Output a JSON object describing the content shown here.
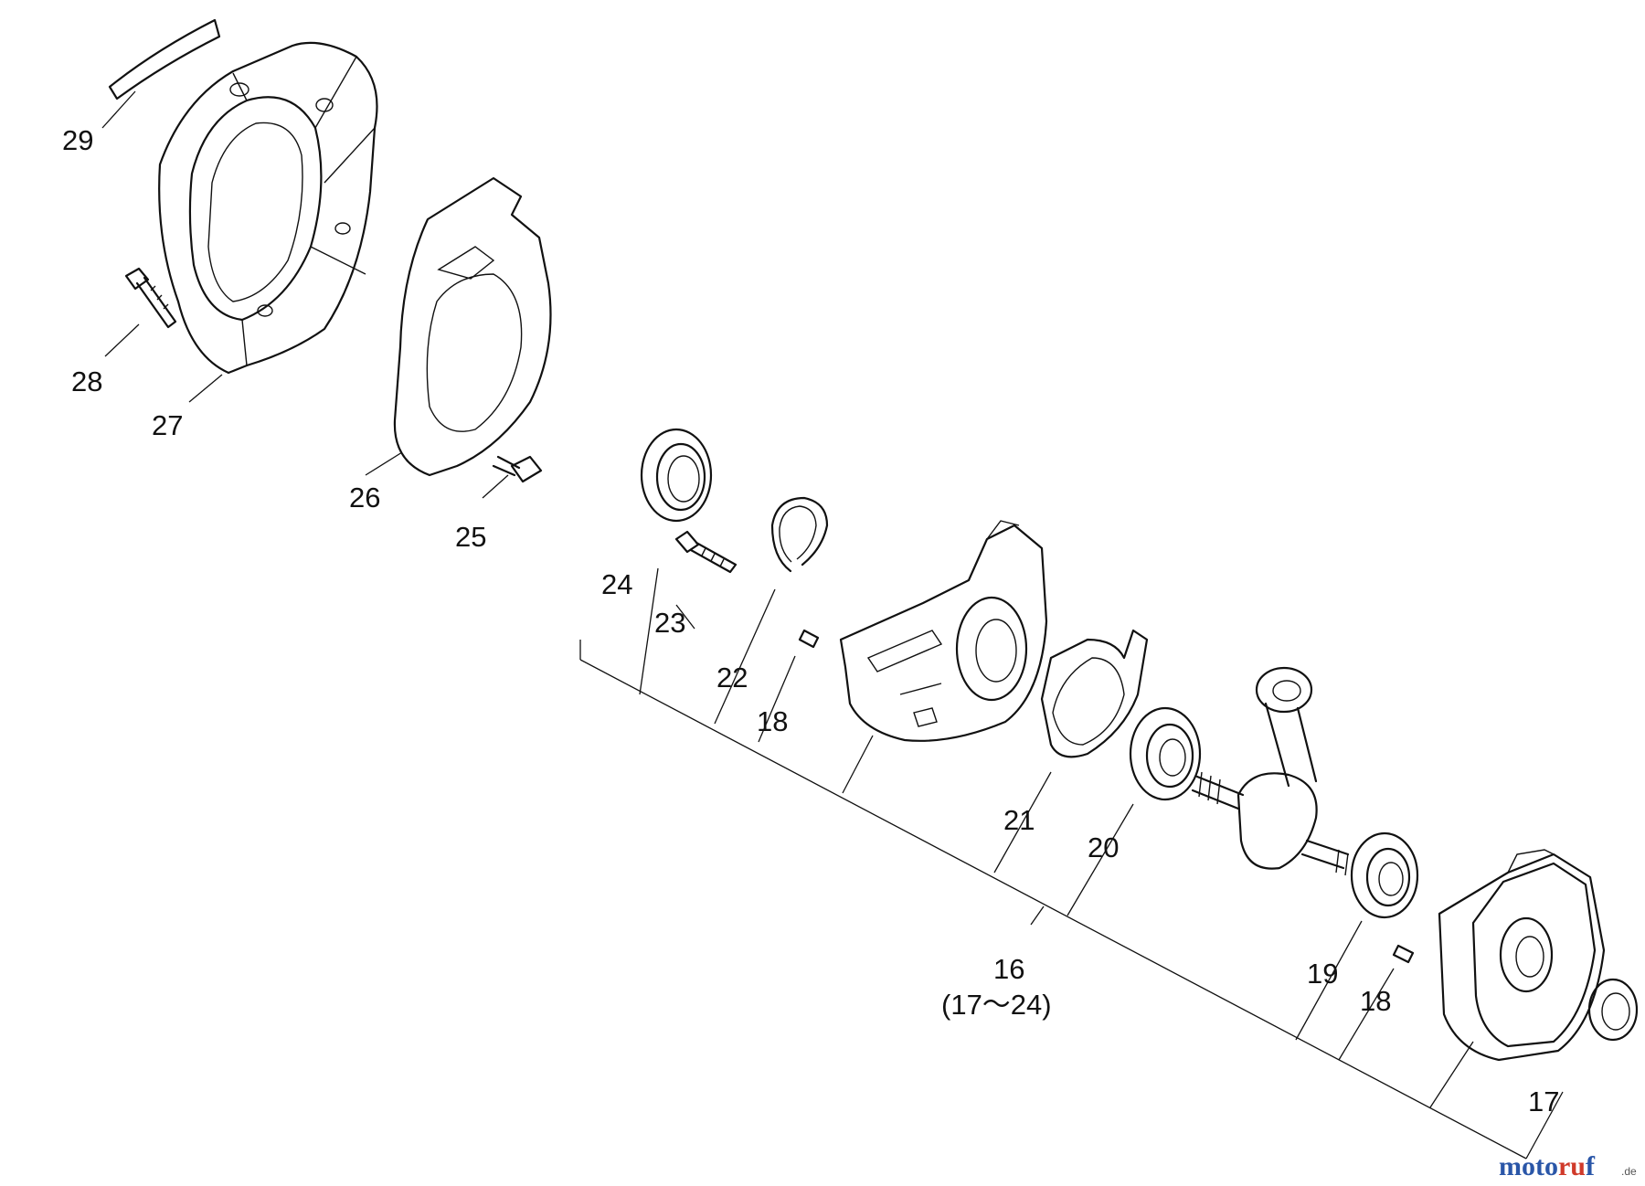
{
  "callouts": {
    "c29": "29",
    "c28": "28",
    "c27": "27",
    "c26": "26",
    "c25": "25",
    "c24": "24",
    "c23": "23",
    "c22": "22",
    "c18a": "18",
    "c21": "21",
    "c20": "20",
    "c16": "16",
    "c16_range": "(17～24)",
    "c19": "19",
    "c18b": "18",
    "c17": "17"
  },
  "watermark": {
    "brand_left": "moto",
    "brand_mid": "ru",
    "brand_right": "f",
    "domain_suffix": ".de",
    "colors": {
      "primary": "#2a56a8",
      "accent": "#d03a2a"
    }
  }
}
